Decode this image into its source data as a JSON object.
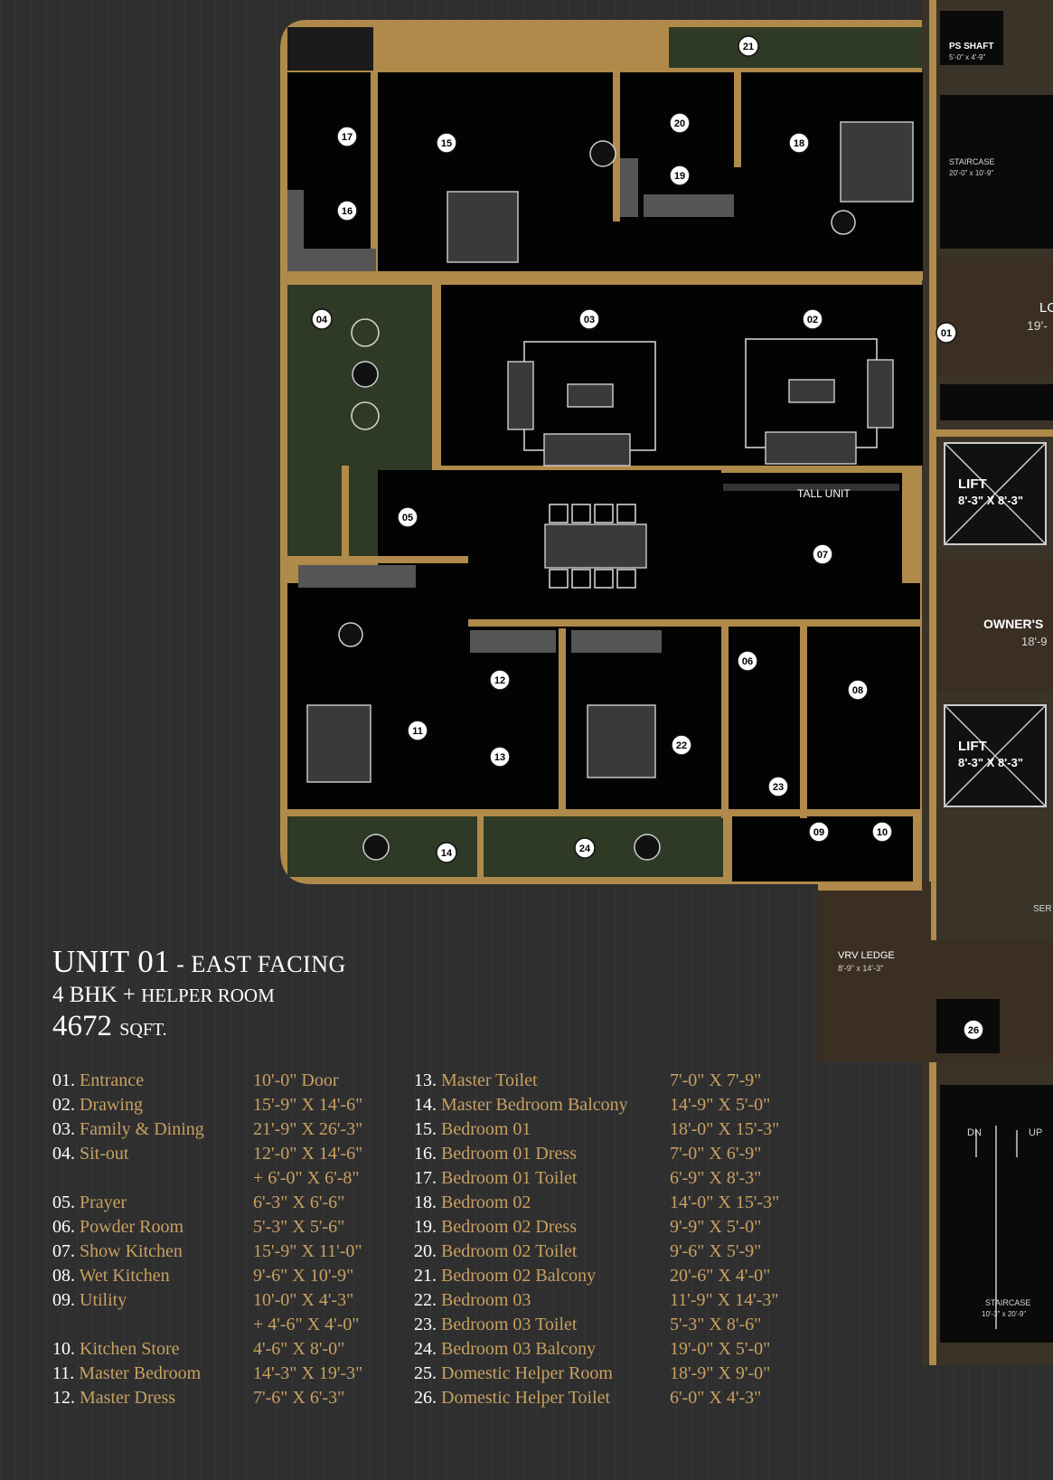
{
  "title": {
    "unit": "UNIT 01",
    "facing": " - EAST FACING",
    "bhk": "4 BHK + ",
    "helper": "HELPER ROOM",
    "area": "4672",
    "area_unit": "SQFT."
  },
  "legend_left": [
    {
      "num": "01.",
      "name": "Entrance",
      "dim": "10'-0\" Door"
    },
    {
      "num": "02.",
      "name": "Drawing",
      "dim": "15'-9\" X 14'-6\""
    },
    {
      "num": "03.",
      "name": "Family & Dining",
      "dim": "21'-9\" X 26'-3\""
    },
    {
      "num": "04.",
      "name": "Sit-out",
      "dim": "12'-0\" X 14'-6\"",
      "dim2": "+ 6'-0\" X 6'-8\""
    },
    {
      "num": "05.",
      "name": "Prayer",
      "dim": "6'-3\" X 6'-6\""
    },
    {
      "num": "06.",
      "name": "Powder Room",
      "dim": "5'-3\" X 5'-6\""
    },
    {
      "num": "07.",
      "name": "Show Kitchen",
      "dim": "15'-9\" X 11'-0\""
    },
    {
      "num": "08.",
      "name": "Wet Kitchen",
      "dim": "9'-6\" X 10'-9\""
    },
    {
      "num": "09.",
      "name": "Utility",
      "dim": "10'-0\" X 4'-3\"",
      "dim2": "+ 4'-6\" X 4'-0\""
    },
    {
      "num": "10.",
      "name": "Kitchen Store",
      "dim": "4'-6\" X 8'-0\""
    },
    {
      "num": "11.",
      "name": "Master Bedroom",
      "dim": "14'-3\" X 19'-3\""
    },
    {
      "num": "12.",
      "name": "Master Dress",
      "dim": "7'-6\" X 6'-3\""
    }
  ],
  "legend_right": [
    {
      "num": "13.",
      "name": "Master Toilet",
      "dim": "7'-0\" X 7'-9\""
    },
    {
      "num": "14.",
      "name": "Master Bedroom Balcony",
      "dim": "14'-9\" X 5'-0\""
    },
    {
      "num": "15.",
      "name": "Bedroom 01",
      "dim": "18'-0\" X 15'-3\""
    },
    {
      "num": "16.",
      "name": "Bedroom 01 Dress",
      "dim": "7'-0\" X 6'-9\""
    },
    {
      "num": "17.",
      "name": "Bedroom 01 Toilet",
      "dim": "6'-9\" X 8'-3\""
    },
    {
      "num": "18.",
      "name": "Bedroom 02",
      "dim": "14'-0\" X 15'-3\""
    },
    {
      "num": "19.",
      "name": "Bedroom 02 Dress",
      "dim": "9'-9\" X 5'-0\""
    },
    {
      "num": "20.",
      "name": "Bedroom 02 Toilet",
      "dim": "9'-6\" X 5'-9\""
    },
    {
      "num": "21.",
      "name": "Bedroom 02 Balcony",
      "dim": "20'-6\" X 4'-0\""
    },
    {
      "num": "22.",
      "name": "Bedroom 03",
      "dim": "11'-9\" X 14'-3\""
    },
    {
      "num": "23.",
      "name": "Bedroom 03 Toilet",
      "dim": "5'-3\" X 8'-6\""
    },
    {
      "num": "24.",
      "name": "Bedroom 03 Balcony",
      "dim": "19'-0\" X 5'-0\""
    },
    {
      "num": "25.",
      "name": "Domestic Helper Room",
      "dim": "18'-9\" X 9'-0\""
    },
    {
      "num": "26.",
      "name": "Domestic Helper Toilet",
      "dim": "6'-0\" X 4'-3\""
    }
  ],
  "plan_labels": {
    "ps_shaft": "PS SHAFT",
    "ps_shaft_dim": "5'-0\" x 4'-9\"",
    "staircase_top": "STAIRCASE",
    "staircase_top_dim": "20'-0\" x 10'-9\"",
    "lobby_partial": "LO",
    "lobby_partial_dim": "19'-",
    "lift_label": "LIFT",
    "lift_dim": "8'-3\" X 8'-3\"",
    "owners_partial": "OWNER'S",
    "owners_partial_dim": "18'-9",
    "tall_unit": "TALL UNIT",
    "vrv_ledge": "VRV LEDGE",
    "vrv_ledge_dim": "8'-9\" x 14'-3\"",
    "ser_partial": "SER",
    "dn": "DN",
    "up": "UP",
    "staircase_bottom": "STAIRCASE",
    "staircase_bottom_dim": "10'-3\" x 20'-9\""
  },
  "badges": [
    "01",
    "02",
    "03",
    "04",
    "05",
    "06",
    "07",
    "08",
    "09",
    "10",
    "11",
    "12",
    "13",
    "14",
    "15",
    "16",
    "17",
    "18",
    "19",
    "20",
    "21",
    "22",
    "23",
    "24",
    "26"
  ]
}
